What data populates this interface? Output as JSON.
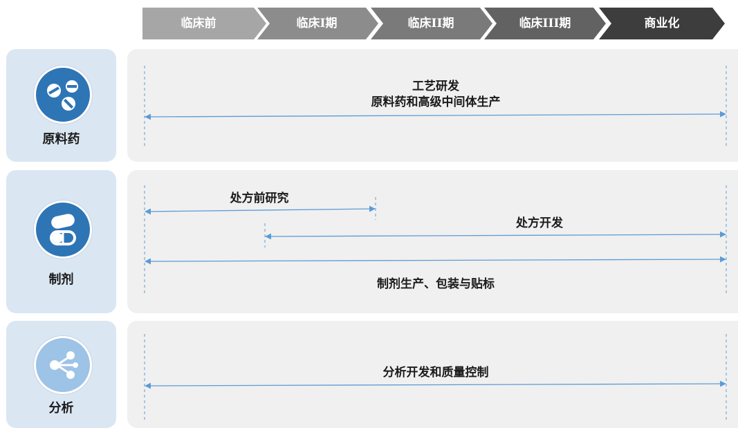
{
  "stages": [
    "临床前",
    "临床I期",
    "临床II期",
    "临床III期",
    "商业化"
  ],
  "rows": [
    {
      "category": "原料药",
      "icon": "pills-icon",
      "bars": [
        {
          "label_lines": [
            "工艺研发",
            "原料药和高级中间体生产"
          ],
          "start": "临床前",
          "end": "商业化"
        }
      ]
    },
    {
      "category": "制剂",
      "icon": "capsule-icon",
      "bars": [
        {
          "label": "处方前研究",
          "start": "临床前",
          "end": "临床I期"
        },
        {
          "label": "处方开发",
          "start": "临床I期",
          "end": "商业化"
        },
        {
          "label": "制剂生产、包装与贴标",
          "start": "临床前",
          "end": "商业化"
        }
      ]
    },
    {
      "category": "分析",
      "icon": "share-nodes-icon",
      "bars": [
        {
          "label": "分析开发和质量控制",
          "start": "临床前",
          "end": "商业化"
        }
      ]
    }
  ],
  "colors": {
    "stage_fills": [
      "#a6a6a6",
      "#8c8c8c",
      "#7a7a7a",
      "#626262",
      "#3d3d3d"
    ],
    "arrow": "#5b9bd5",
    "card_bg": "#dbe6f3",
    "panel_bg": "#f0f0f0",
    "icon_dark": "#2e75b6",
    "icon_light": "#9dc3e6"
  }
}
